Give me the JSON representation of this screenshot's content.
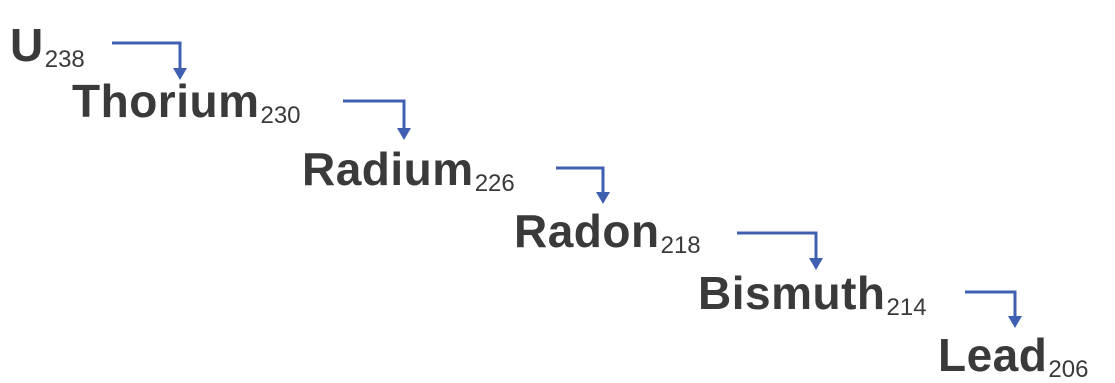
{
  "decay_chain": [
    {
      "symbol": "U",
      "mass": "238"
    },
    {
      "symbol": "Thorium",
      "mass": "230"
    },
    {
      "symbol": "Radium",
      "mass": "226"
    },
    {
      "symbol": "Radon",
      "mass": "218"
    },
    {
      "symbol": "Bismuth",
      "mass": "214"
    },
    {
      "symbol": "Lead",
      "mass": "206"
    }
  ],
  "colors": {
    "text": "#3a3a3a",
    "arrow": "#3f5fb0"
  }
}
